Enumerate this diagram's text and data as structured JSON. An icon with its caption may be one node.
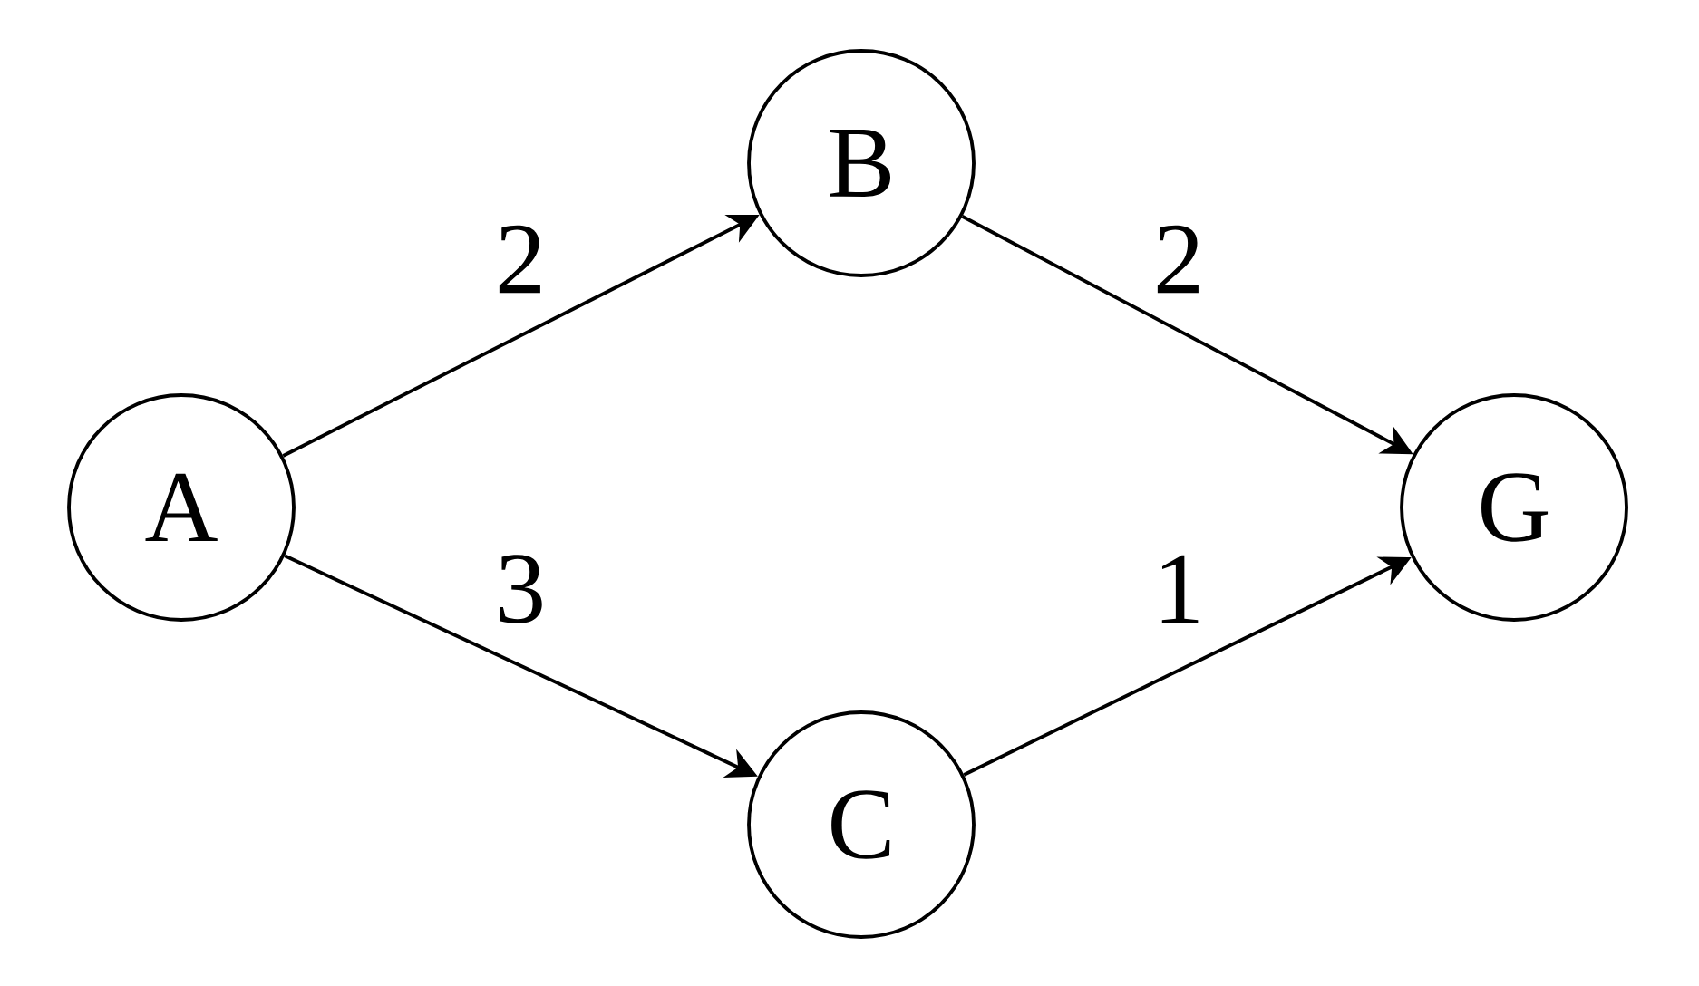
{
  "diagram": {
    "nodes": [
      {
        "text": [
          "A"
        ]
      },
      {
        "text": [
          "B"
        ]
      },
      {
        "text": [
          "C"
        ]
      },
      {
        "text": [
          "G"
        ]
      }
    ],
    "edges": [
      {
        "from": 0,
        "to": 1,
        "arrow": "to",
        "label": "2"
      },
      {
        "from": 0,
        "to": 2,
        "arrow": "to",
        "label": "3"
      },
      {
        "from": 1,
        "to": 3,
        "arrow": "to",
        "label": "2"
      },
      {
        "from": 2,
        "to": 3,
        "arrow": "to",
        "label": "1"
      }
    ]
  }
}
